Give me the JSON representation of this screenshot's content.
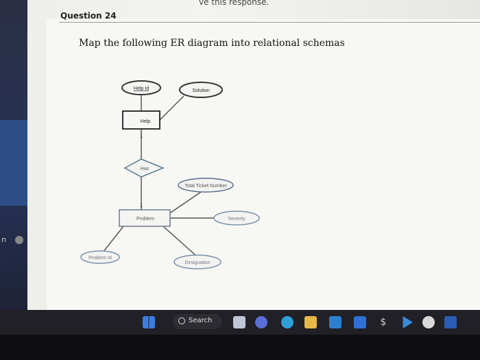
{
  "top_partial_text": "ve this response.",
  "question": {
    "title": "Question 24",
    "prompt": "Map the following ER diagram into relational schemas"
  },
  "diagram": {
    "entities": [
      "Help",
      "Problem"
    ],
    "relationship": "Has",
    "attributes": {
      "help_id": "Help Id",
      "solution": "Solution",
      "total_ticket_number": "Total Ticket Number",
      "severity": "Severity",
      "problem_id": "Problem Id",
      "designation": "Designation"
    },
    "cardinalities": [
      "1",
      "1"
    ]
  },
  "sidebar": {
    "partial_label": "n"
  },
  "taskbar": {
    "search_label": "Search",
    "icons": [
      "windows-start-icon",
      "search-icon",
      "task-view-icon",
      "video-app-icon",
      "edge-browser-icon",
      "file-explorer-icon",
      "mail-icon",
      "dropbox-icon",
      "app-icon",
      "media-icon",
      "chrome-icon",
      "word-icon"
    ]
  },
  "colors": {
    "taskbar": "#202026",
    "screen": "#f3f3ef",
    "accent": "#2f6fd6"
  }
}
